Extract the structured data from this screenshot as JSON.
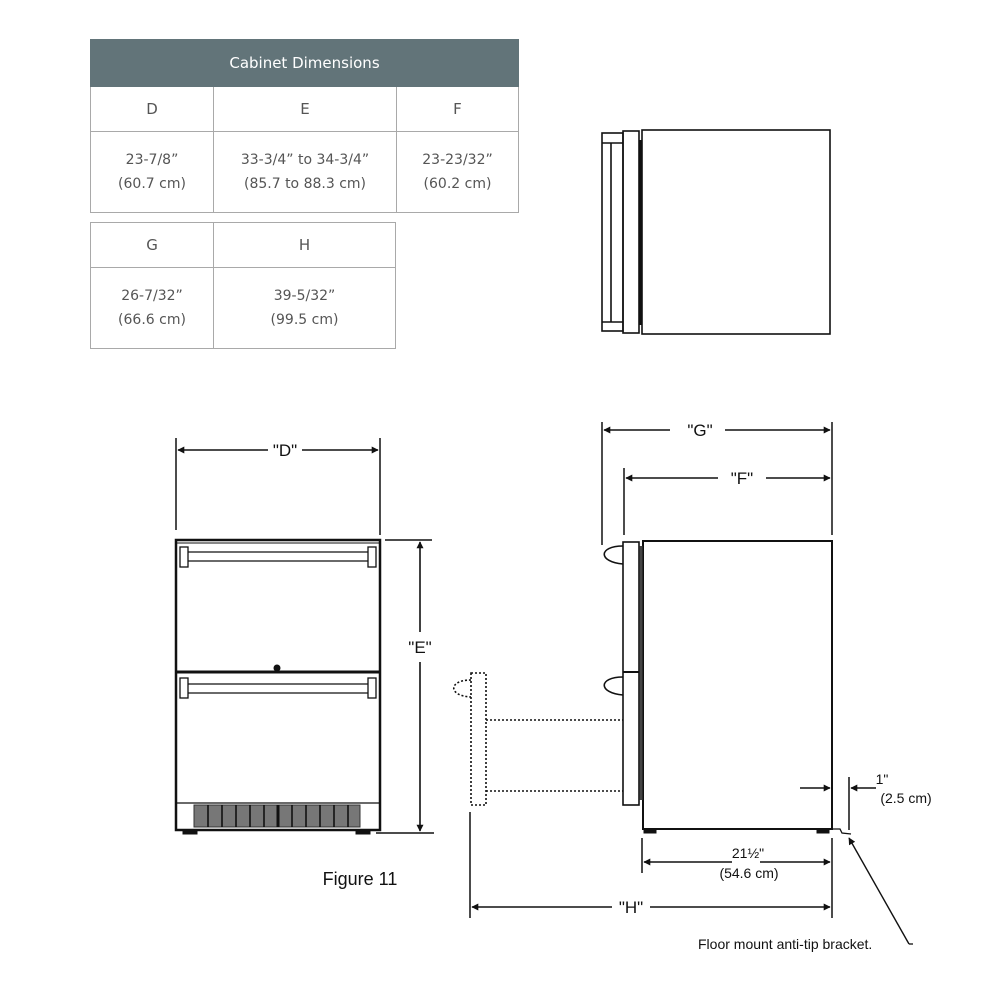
{
  "table_primary": {
    "title": "Cabinet Dimensions",
    "columns": [
      {
        "label": "D",
        "value_in": "23-7/8”",
        "value_cm": "(60.7 cm)"
      },
      {
        "label": "E",
        "value_in": "33-3/4” to 34-3/4”",
        "value_cm": "(85.7 to 88.3 cm)"
      },
      {
        "label": "F",
        "value_in": "23-23/32”",
        "value_cm": "(60.2 cm)"
      }
    ]
  },
  "table_secondary": {
    "columns": [
      {
        "label": "G",
        "value_in": "26-7/32”",
        "value_cm": "(66.6 cm)"
      },
      {
        "label": "H",
        "value_in": "39-5/32”",
        "value_cm": "(99.5 cm)"
      }
    ]
  },
  "diagram": {
    "front_view": {
      "width_label": "\"D\"",
      "height_label": "\"E\""
    },
    "side_view": {
      "overall_depth_label": "\"G\"",
      "cabinet_depth_label": "\"F\"",
      "open_depth_label": "\"H\"",
      "body_depth_in": "21½\"",
      "body_depth_cm": "(54.6 cm)",
      "gap_in": "1\"",
      "gap_cm": "(2.5 cm)",
      "bracket_note": "Floor mount anti-tip bracket."
    },
    "figure_caption": "Figure 11"
  },
  "colors": {
    "table_header": "#627479",
    "table_border": "#a9a9a9",
    "line": "#111111"
  }
}
